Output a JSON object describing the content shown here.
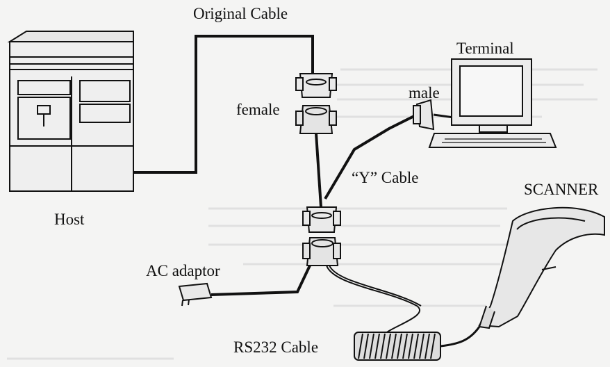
{
  "labels": {
    "original_cable": "Original Cable",
    "terminal": "Terminal",
    "male": "male",
    "female": "female",
    "y_cable": "“Y” Cable",
    "scanner": "SCANNER",
    "host": "Host",
    "ac_adaptor": "AC adaptor",
    "rs232_cable": "RS232 Cable"
  },
  "colors": {
    "ink": "#111111",
    "paper": "#f4f4f3",
    "shade": "#d9d9d9"
  }
}
